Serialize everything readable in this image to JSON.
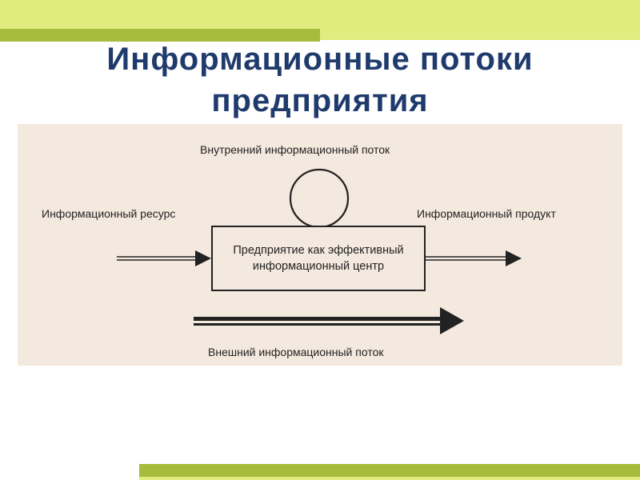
{
  "slide": {
    "title_line1": "Информационные потоки",
    "title_line2": "предприятия"
  },
  "diagram": {
    "internal_flow_label": "Внутренний информационный поток",
    "resource_label": "Информационный ресурс",
    "product_label": "Информационный продукт",
    "center_line1": "Предприятие как эффективный",
    "center_line2": "информационный центр",
    "external_flow_label": "Внешний информационный поток"
  },
  "colors": {
    "title": "#1f3a6c",
    "accent_light": "#e2ec7e",
    "accent_dark": "#a7bb3d",
    "panel_background": "#f4e9de"
  }
}
